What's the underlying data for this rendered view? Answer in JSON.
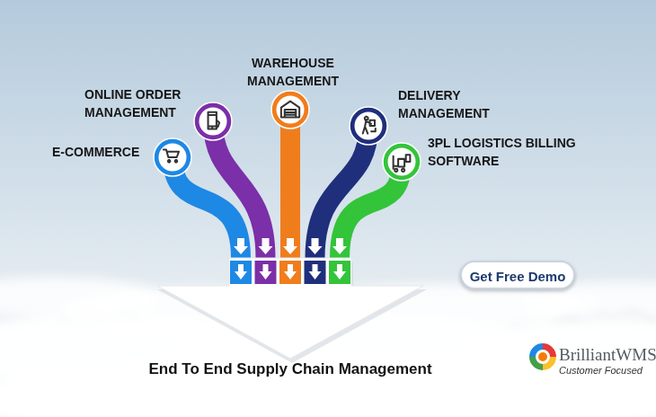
{
  "diagram": {
    "nodes": [
      {
        "text": [
          "E-COMMERCE"
        ]
      },
      {
        "text": [
          "ONLINE ORDER MANAGEMENT"
        ]
      },
      {
        "text": [
          "WAREHOUSE MANAGEMENT"
        ]
      },
      {
        "text": [
          "DELIVERY MANAGEMENT"
        ]
      },
      {
        "text": [
          "3PL LOGISTICS BILLING SOFTWARE"
        ]
      },
      {
        "text": [
          "End To End Supply Chain Management"
        ]
      },
      {
        "text": [
          "Get Free Demo"
        ]
      }
    ],
    "edges": [
      {
        "from": 0,
        "to": 5,
        "arrow": "to"
      },
      {
        "from": 1,
        "to": 5,
        "arrow": "to"
      },
      {
        "from": 2,
        "to": 5,
        "arrow": "to"
      },
      {
        "from": 3,
        "to": 5,
        "arrow": "to"
      },
      {
        "from": 4,
        "to": 5,
        "arrow": "to"
      }
    ],
    "labels": [
      "BrilliantWMS",
      "Customer Focused"
    ]
  }
}
